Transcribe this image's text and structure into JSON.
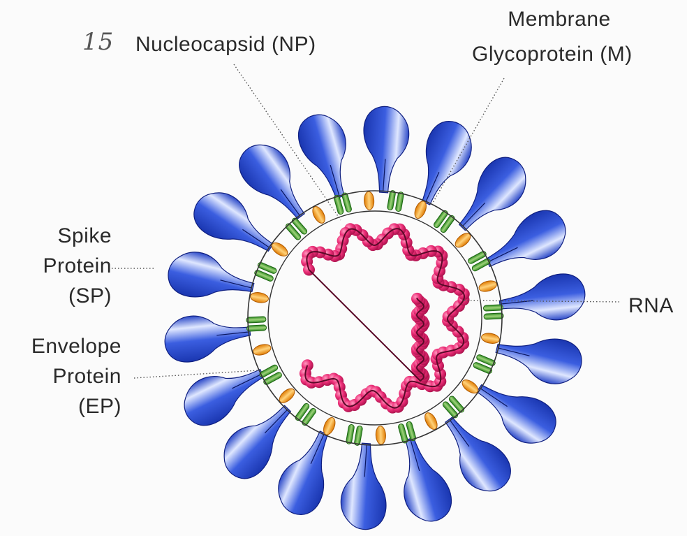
{
  "annotation": {
    "number": "15"
  },
  "labels": {
    "nucleocapsid": "Nucleocapsid (NP)",
    "membrane_line1": "Membrane",
    "membrane_line2": "Glycoprotein (M)",
    "spike_line1": "Spike",
    "spike_line2": "Protein",
    "spike_line3": "(SP)",
    "envelope_line1": "Envelope",
    "envelope_line2": "Protein",
    "envelope_line3": "(EP)",
    "rna": "RNA"
  },
  "colors": {
    "spike": "#1f3fbf",
    "spike_light": "#e8eeff",
    "membrane": "#3f9f2f",
    "envelope": "#f39a12",
    "nucleocapsid": "#e8246e",
    "rna": "#6a1030",
    "leader": "#444444"
  }
}
